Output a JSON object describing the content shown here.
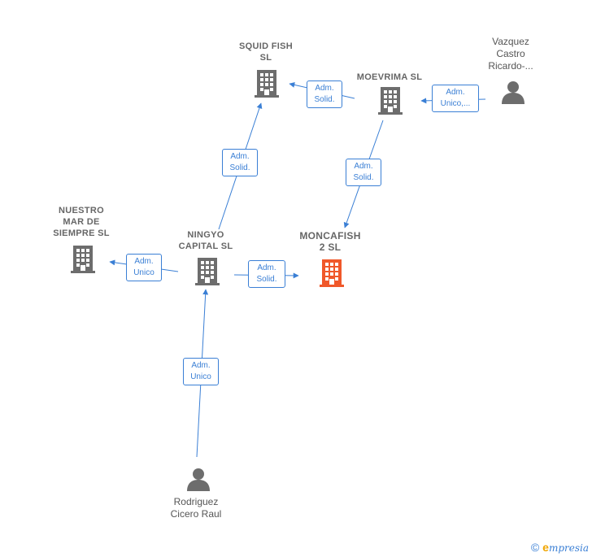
{
  "nodes": {
    "squid": {
      "label": "SQUID FISH\nSL",
      "kind": "company"
    },
    "moevrima": {
      "label": "MOEVRIMA  SL",
      "kind": "company"
    },
    "vazquez": {
      "label": "Vazquez\nCastro\nRicardo-...",
      "kind": "person"
    },
    "nuestro": {
      "label": "NUESTRO\nMAR DE\nSIEMPRE SL",
      "kind": "company"
    },
    "ningyo": {
      "label": "NINGYO\nCAPITAL  SL",
      "kind": "company"
    },
    "moncafish": {
      "label": "MONCAFISH\n2  SL",
      "kind": "company-focus"
    },
    "rodriguez": {
      "label": "Rodriguez\nCicero Raul",
      "kind": "person"
    }
  },
  "edges": {
    "moevrima_squid": "Adm.\nSolid.",
    "vazquez_moevrima": "Adm.\nUnico,...",
    "ningyo_squid": "Adm.\nSolid.",
    "moevrima_moncafish": "Adm.\nSolid.",
    "ningyo_nuestro": "Adm.\nUnico",
    "ningyo_moncafish": "Adm.\nSolid.",
    "rodriguez_ningyo": "Adm.\nUnico"
  },
  "colors": {
    "edge": "#3a7fd5",
    "company": "#6d6d6d",
    "focus": "#f0582a",
    "person": "#6d6d6d"
  },
  "footer": {
    "copyright": "©",
    "brand_initial": "e",
    "brand_rest": "mpresia"
  }
}
